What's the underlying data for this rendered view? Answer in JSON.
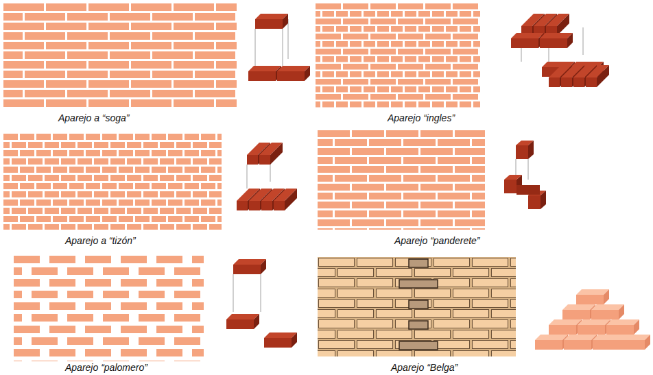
{
  "diagram": {
    "labels": [
      "Aparejo a “soga”",
      "Aparejo “ingles”",
      "Aparejo a “tizón”",
      "Aparejo “panderete”",
      "Aparejo “palomero”",
      "Aparejo “Belga”"
    ]
  }
}
